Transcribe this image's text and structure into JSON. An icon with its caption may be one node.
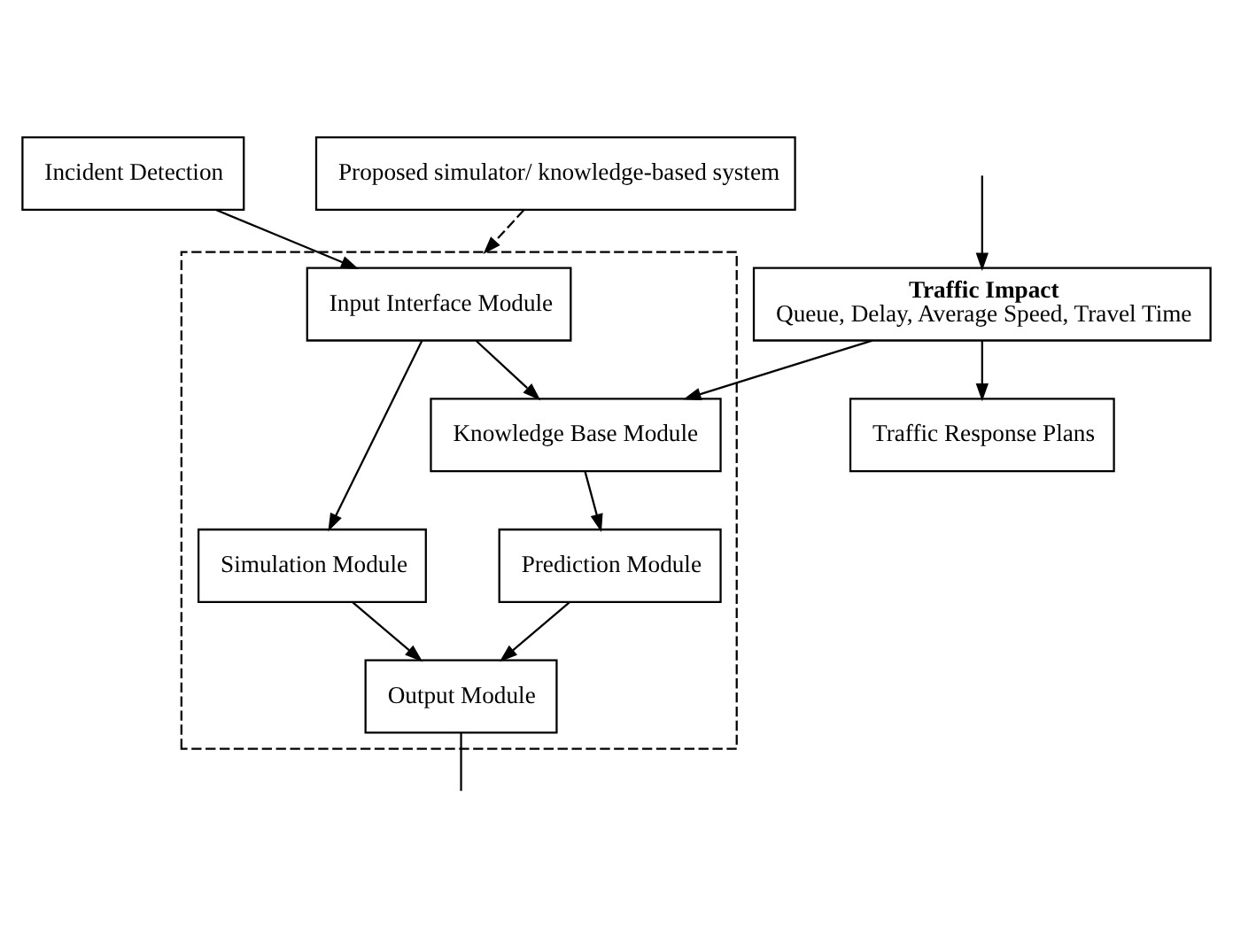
{
  "diagram": {
    "nodes": [
      {
        "text": [
          "Incident Detection"
        ]
      },
      {
        "text": [
          "Proposed simulator/ knowledge-based system"
        ]
      },
      {
        "text": [],
        "shape": "box"
      },
      {
        "text": [
          "Input Interface Module"
        ],
        "in": 2
      },
      {
        "text": [
          "Simulation Module"
        ],
        "in": 2
      },
      {
        "text": [
          "Knowledge Base Module"
        ],
        "in": 2
      },
      {
        "text": [
          "Prediction Module"
        ],
        "in": 2
      },
      {
        "text": [
          "Output Module"
        ],
        "in": 2
      },
      {
        "text": [
          "Traffic Response Plans"
        ]
      },
      {
        "text": [
          "Traffic Impact",
          "Queue, Delay, Average Speed, Travel Time"
        ]
      }
    ],
    "edges": [
      {
        "from": 1,
        "to": 2,
        "arrow": "to",
        "style": "dashed"
      },
      {
        "from": 0,
        "to": 3,
        "arrow": "to"
      },
      {
        "from": 3,
        "to": 4,
        "arrow": "to"
      },
      {
        "from": 3,
        "to": 5,
        "arrow": "to"
      },
      {
        "from": 5,
        "to": 6,
        "arrow": "to"
      },
      {
        "from": 4,
        "to": 7,
        "arrow": "to"
      },
      {
        "from": 6,
        "to": 7,
        "arrow": "to"
      },
      {
        "from": 9,
        "to": 5,
        "arrow": "to"
      },
      {
        "from": 9,
        "to": 8,
        "arrow": "to"
      },
      {
        "from": 7,
        "to": null,
        "arrow": "none"
      },
      {
        "from": null,
        "to": 9,
        "arrow": "to"
      }
    ]
  }
}
